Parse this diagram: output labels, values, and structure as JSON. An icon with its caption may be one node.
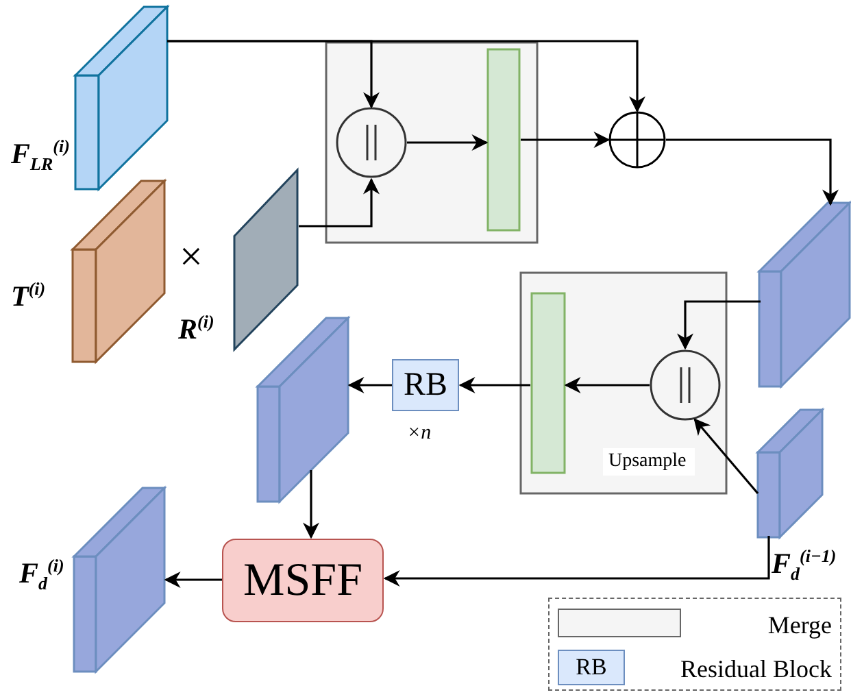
{
  "diagram": {
    "nodes": [
      {
        "text": [],
        "shape": "box",
        "beside": [
          "F$_{LR}$$^{(i)}$"
        ]
      },
      {
        "text": [],
        "shape": "box",
        "beside": [
          "T$^{(i)}$"
        ]
      },
      {
        "text": [],
        "shape": "parallelogram",
        "beside": [
          "R$^{(i)}$"
        ]
      },
      {
        "text": [],
        "shape": "box"
      },
      {
        "text": [],
        "shape": "circle",
        "in": 3
      },
      {
        "text": [],
        "shape": "bar",
        "in": 3
      },
      {
        "text": [],
        "shape": "circle"
      },
      {
        "text": [],
        "shape": "box"
      },
      {
        "text": [],
        "shape": "box"
      },
      {
        "text": [],
        "shape": "bar",
        "in": 8
      },
      {
        "text": [],
        "shape": "circle",
        "in": 8
      },
      {
        "text": [],
        "shape": "box",
        "beside": [
          "F$_{d}$$^{(i−1)}$"
        ]
      },
      {
        "text": [
          "RB"
        ],
        "beside": [
          "×*n*"
        ]
      },
      {
        "text": [],
        "shape": "box"
      },
      {
        "text": [
          "MSFF"
        ]
      },
      {
        "text": [],
        "shape": "box",
        "beside": [
          "F$_{d}$$^{(i)}$"
        ]
      }
    ],
    "edges": [
      {
        "from": 0,
        "to": 4,
        "arrow": "to"
      },
      {
        "from": 0,
        "to": 6,
        "arrow": "to"
      },
      {
        "from": 2,
        "to": 4,
        "arrow": "to"
      },
      {
        "from": 4,
        "to": 5,
        "arrow": "to"
      },
      {
        "from": 5,
        "to": 6,
        "arrow": "to"
      },
      {
        "from": 6,
        "to": 7,
        "arrow": "to"
      },
      {
        "from": 7,
        "to": 10,
        "arrow": "to"
      },
      {
        "from": 11,
        "to": 10,
        "arrow": "to",
        "label": "Upsample"
      },
      {
        "from": 10,
        "to": 9,
        "arrow": "to"
      },
      {
        "from": 9,
        "to": 12,
        "arrow": "to"
      },
      {
        "from": 12,
        "to": 13,
        "arrow": "to"
      },
      {
        "from": 13,
        "to": 14,
        "arrow": "to"
      },
      {
        "from": 11,
        "to": 14,
        "arrow": "to"
      },
      {
        "from": 14,
        "to": 15,
        "arrow": "to"
      }
    ],
    "labels": [
      "×",
      "RB"
    ],
    "legend": [
      {
        "text": "Merge",
        "color": "#f5f5f5"
      },
      {
        "text": "Residual Block",
        "color": "#dae8fc"
      }
    ]
  }
}
